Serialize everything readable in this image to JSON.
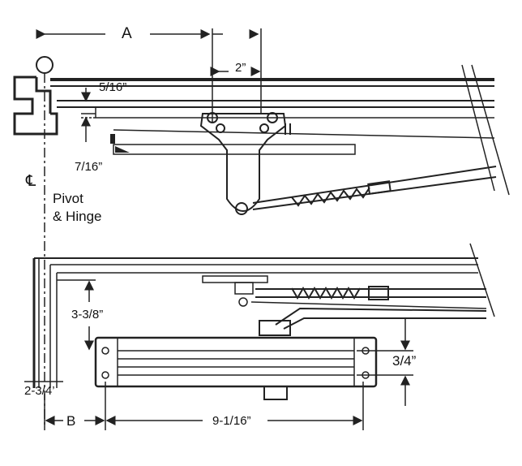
{
  "dimensions": {
    "a": "A",
    "b": "B",
    "bolt_spacing": "2”",
    "frame_offset_top": "5/16”",
    "frame_offset_bottom": "7/16”",
    "drop": "3-3/8”",
    "body_height": "3/4”",
    "body_length": "9-1/16”",
    "edge_offset": "2-3/4’"
  },
  "labels": {
    "pivot_line1": "Pivot",
    "pivot_line2": "& Hinge",
    "centerline_symbol": "℄"
  },
  "colors": {
    "ink": "#222222",
    "background": "#ffffff"
  }
}
